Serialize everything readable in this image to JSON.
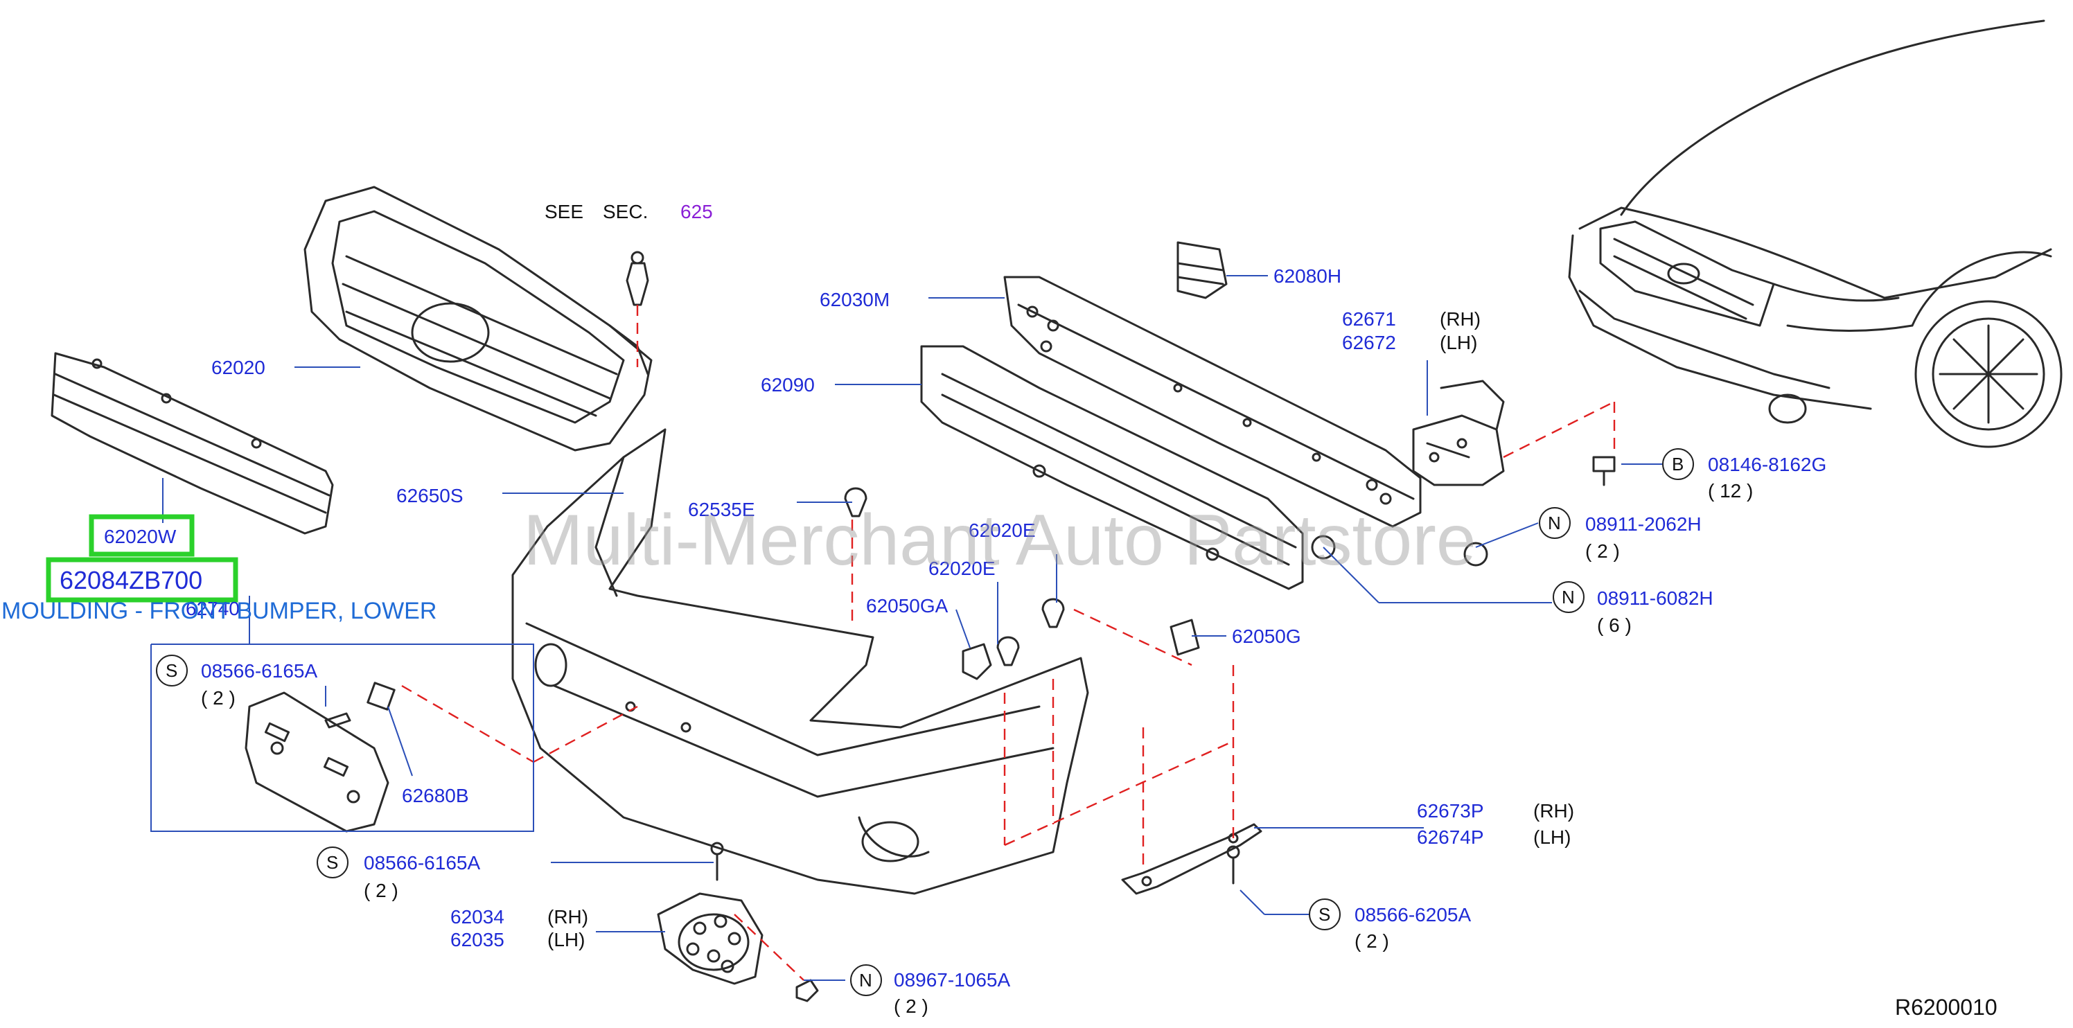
{
  "diagram": {
    "reference": "R6200010",
    "watermark": "Multi-Merchant Auto Partstore",
    "see_section": {
      "see": "SEE",
      "sec": "SEC.",
      "number": "625"
    },
    "highlight": {
      "part_no": "62084ZB700",
      "description": "MOULDING - FRONT BUMPER, LOWER",
      "callout": "62020W"
    },
    "labels": {
      "p62020": "62020",
      "p62030M": "62030M",
      "p62080H": "62080H",
      "p62671": "62671",
      "p62672": "62672",
      "p62090": "62090",
      "p62650S": "62650S",
      "p62535E": "62535E",
      "p62020E_a": "62020E",
      "p62020E_b": "62020E",
      "p62050GA": "62050GA",
      "p62050G": "62050G",
      "p62740": "62740",
      "p08566_6165A_a": "08566-6165A",
      "p62680B": "62680B",
      "p08566_6165A_b": "08566-6165A",
      "p62034": "62034",
      "p62035": "62035",
      "p08967_1065A": "08967-1065A",
      "p62673P": "62673P",
      "p62674P": "62674P",
      "p08566_6205A": "08566-6205A",
      "p08146_8162G": "08146-8162G",
      "p08911_2062H": "08911-2062H",
      "p08911_6082H": "08911-6082H"
    },
    "side": {
      "rh": "(RH)",
      "lh": "(LH)"
    },
    "qty": {
      "q2": "( 2 )",
      "q6": "( 6 )",
      "q12": "( 12 )"
    },
    "letters": {
      "S": "S",
      "N": "N",
      "B": "B"
    }
  }
}
